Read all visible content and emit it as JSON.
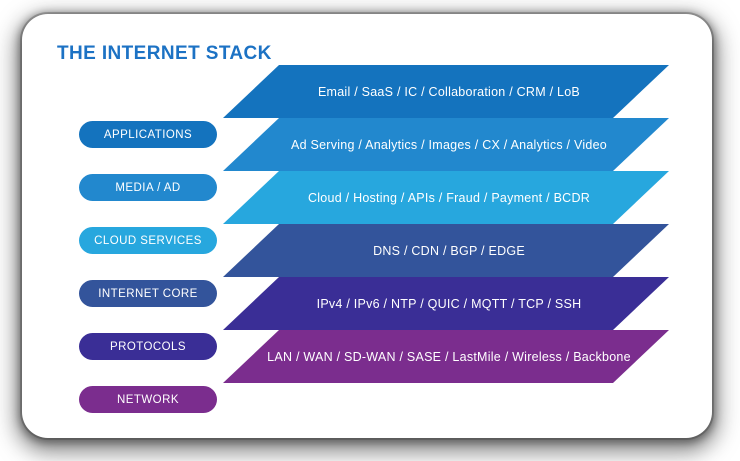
{
  "card": {
    "title": "THE INTERNET STACK",
    "title_color": "#1C72C4",
    "background": "#FFFFFF"
  },
  "chart_data": {
    "type": "diagram",
    "subtype": "layered-stack",
    "title": "THE INTERNET STACK",
    "layer_count": 6,
    "orientation": "top-to-bottom",
    "layers": [
      {
        "label": "APPLICATIONS",
        "items": "Email / SaaS / IC / Collaboration / CRM / LoB",
        "color": "#1473BE"
      },
      {
        "label": "MEDIA / AD",
        "items": "Ad Serving / Analytics / Images / CX / Analytics / Video",
        "color": "#2288CE"
      },
      {
        "label": "CLOUD SERVICES",
        "items": "Cloud / Hosting / APIs / Fraud / Payment / BCDR",
        "color": "#27A7DE"
      },
      {
        "label": "INTERNET CORE",
        "items": "DNS / CDN / BGP / EDGE",
        "color": "#33549B"
      },
      {
        "label": "PROTOCOLS",
        "items": "IPv4 / IPv6 / NTP / QUIC / MQTT / TCP / SSH",
        "color": "#3A2E96"
      },
      {
        "label": "NETWORK",
        "items": "LAN / WAN / SD-WAN / SASE / LastMile / Wireless / Backbone",
        "color": "#7B2D8E"
      }
    ],
    "connector_color": "#9FB8D4"
  }
}
